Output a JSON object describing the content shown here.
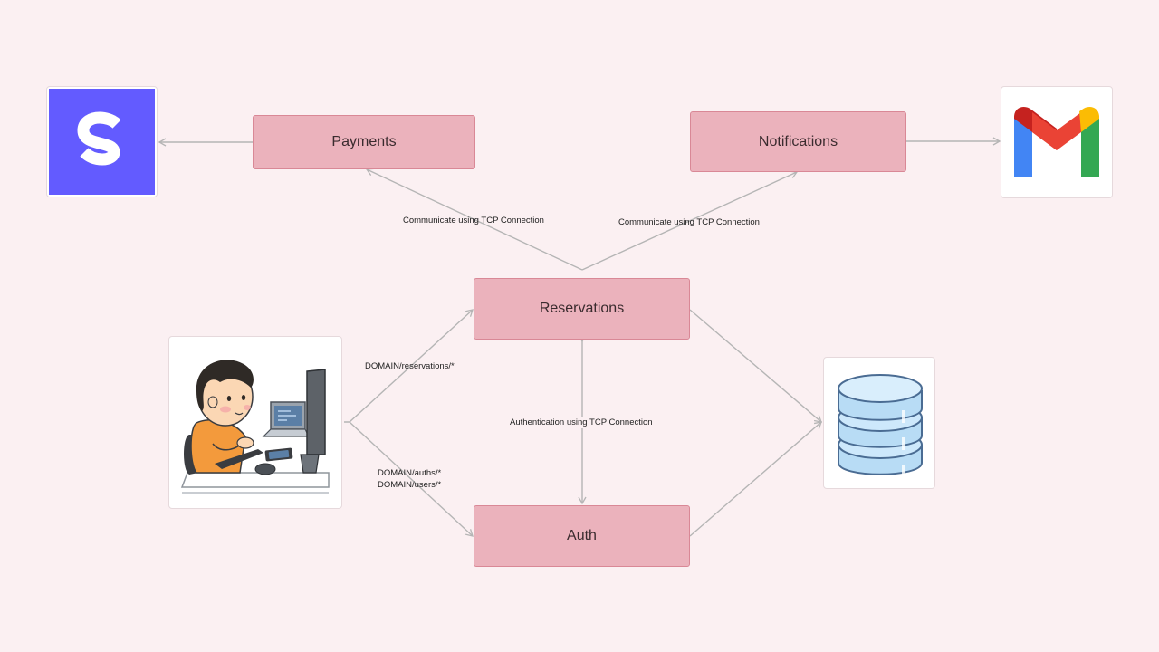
{
  "nodes": {
    "payments": "Payments",
    "notifications": "Notifications",
    "reservations": "Reservations",
    "auth": "Auth"
  },
  "edges": {
    "payments_tcp": "Communicate using TCP Connection",
    "notifications_tcp": "Communicate using TCP Connection",
    "reservations_route": "DOMAIN/reservations/*",
    "auths_route": "DOMAIN/auths/*",
    "users_route": "DOMAIN/users/*",
    "auth_tcp": "Authentication using TCP Connection"
  },
  "colors": {
    "background": "#fbf0f2",
    "service_fill": "#ebb2bc",
    "service_border": "#d98896",
    "connector": "#b5b5b5",
    "stripe_brand": "#635bff"
  },
  "icons": {
    "payment_provider": "stripe-logo-icon",
    "email_provider": "gmail-logo-icon",
    "client": "developer-at-computer-icon",
    "database": "database-icon"
  }
}
